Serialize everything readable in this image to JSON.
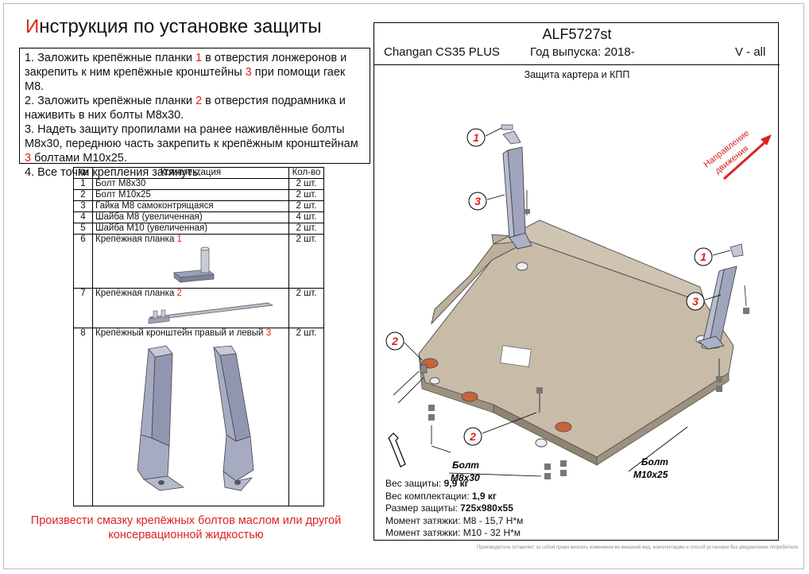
{
  "title": {
    "first_letter": "И",
    "rest": "нструкция по установке защиты"
  },
  "instructions": {
    "step1_a": "1. Заложить крепёжные планки ",
    "step1_n1": "1",
    "step1_b": " в отверстия лонжеронов и закрепить к ним крепёжные кронштейны ",
    "step1_n2": "3",
    "step1_c": " при помощи гаек М8.",
    "step2_a": "2. Заложить крепёжные планки ",
    "step2_n1": "2",
    "step2_b": " в отверстия подрамника и наживить в них болты М8х30.",
    "step3_a": "3. Надеть защиту пропилами на ранее наживлённые болты М8х30, переднюю часть закрепить к крепёжным кронштейнам ",
    "step3_n1": "3",
    "step3_b": " болтами М10х25.",
    "step4": "4. Все точки крепления затянуть."
  },
  "table": {
    "headers": {
      "num": "№",
      "name": "Комплектация",
      "qty": "Кол-во"
    },
    "rows": [
      {
        "num": "1",
        "name": "Болт М8х30",
        "qty": "2 шт."
      },
      {
        "num": "2",
        "name": "Болт М10х25",
        "qty": "2 шт."
      },
      {
        "num": "3",
        "name": "Гайка М8 самоконтрящаяся",
        "qty": "2 шт."
      },
      {
        "num": "4",
        "name": "Шайба М8 (увеличенная)",
        "qty": "4 шт."
      },
      {
        "num": "5",
        "name": "Шайба М10 (увеличенная)",
        "qty": "2 шт."
      },
      {
        "num": "6",
        "name": "Крепёжная планка ",
        "name_num": "1",
        "qty": "2 шт."
      },
      {
        "num": "7",
        "name": "Крепёжная планка ",
        "name_num": "2",
        "qty": "2 шт."
      },
      {
        "num": "8",
        "name": "Крепёжный кронштейн правый и левый ",
        "name_num": "3",
        "qty": "2 шт."
      }
    ]
  },
  "grease_note": "Произвести смазку крепёжных болтов маслом или другой консервационной жидкостью",
  "header": {
    "article": "ALF5727st",
    "car": "Changan CS35 PLUS",
    "year": "Год выпуска: 2018-",
    "version": "V - all",
    "protection_name": "Защита картера и КПП"
  },
  "diagram": {
    "direction_line1": "Направление",
    "direction_line2": "движения",
    "bolt_label": "Болт",
    "bolt_m8": "М8х30",
    "bolt_m10": "М10х25",
    "callouts": [
      "1",
      "3",
      "1",
      "3",
      "2",
      "2"
    ]
  },
  "specs": {
    "weight_label": "Вес защиты: ",
    "weight_value": "9,9 кг",
    "kit_label": "Вес комплектации: ",
    "kit_value": "1,9 кг",
    "size_label": "Размер защиты: ",
    "size_value": "725х980х55",
    "torque1_label": "Момент затяжки:  ",
    "torque1_value": "М8 - 15,7 Н*м",
    "torque2_label": "Момент затяжки:  ",
    "torque2_value": "М10 - 32 Н*м"
  },
  "disclaimer": "Производитель оставляет за собой право вносить изменения во внешний вид, комплектацию и способ установки без уведомления потребителя.",
  "colors": {
    "accent": "#dd2222",
    "plate": "#b9ab97",
    "bracket": "#aab0c8"
  }
}
